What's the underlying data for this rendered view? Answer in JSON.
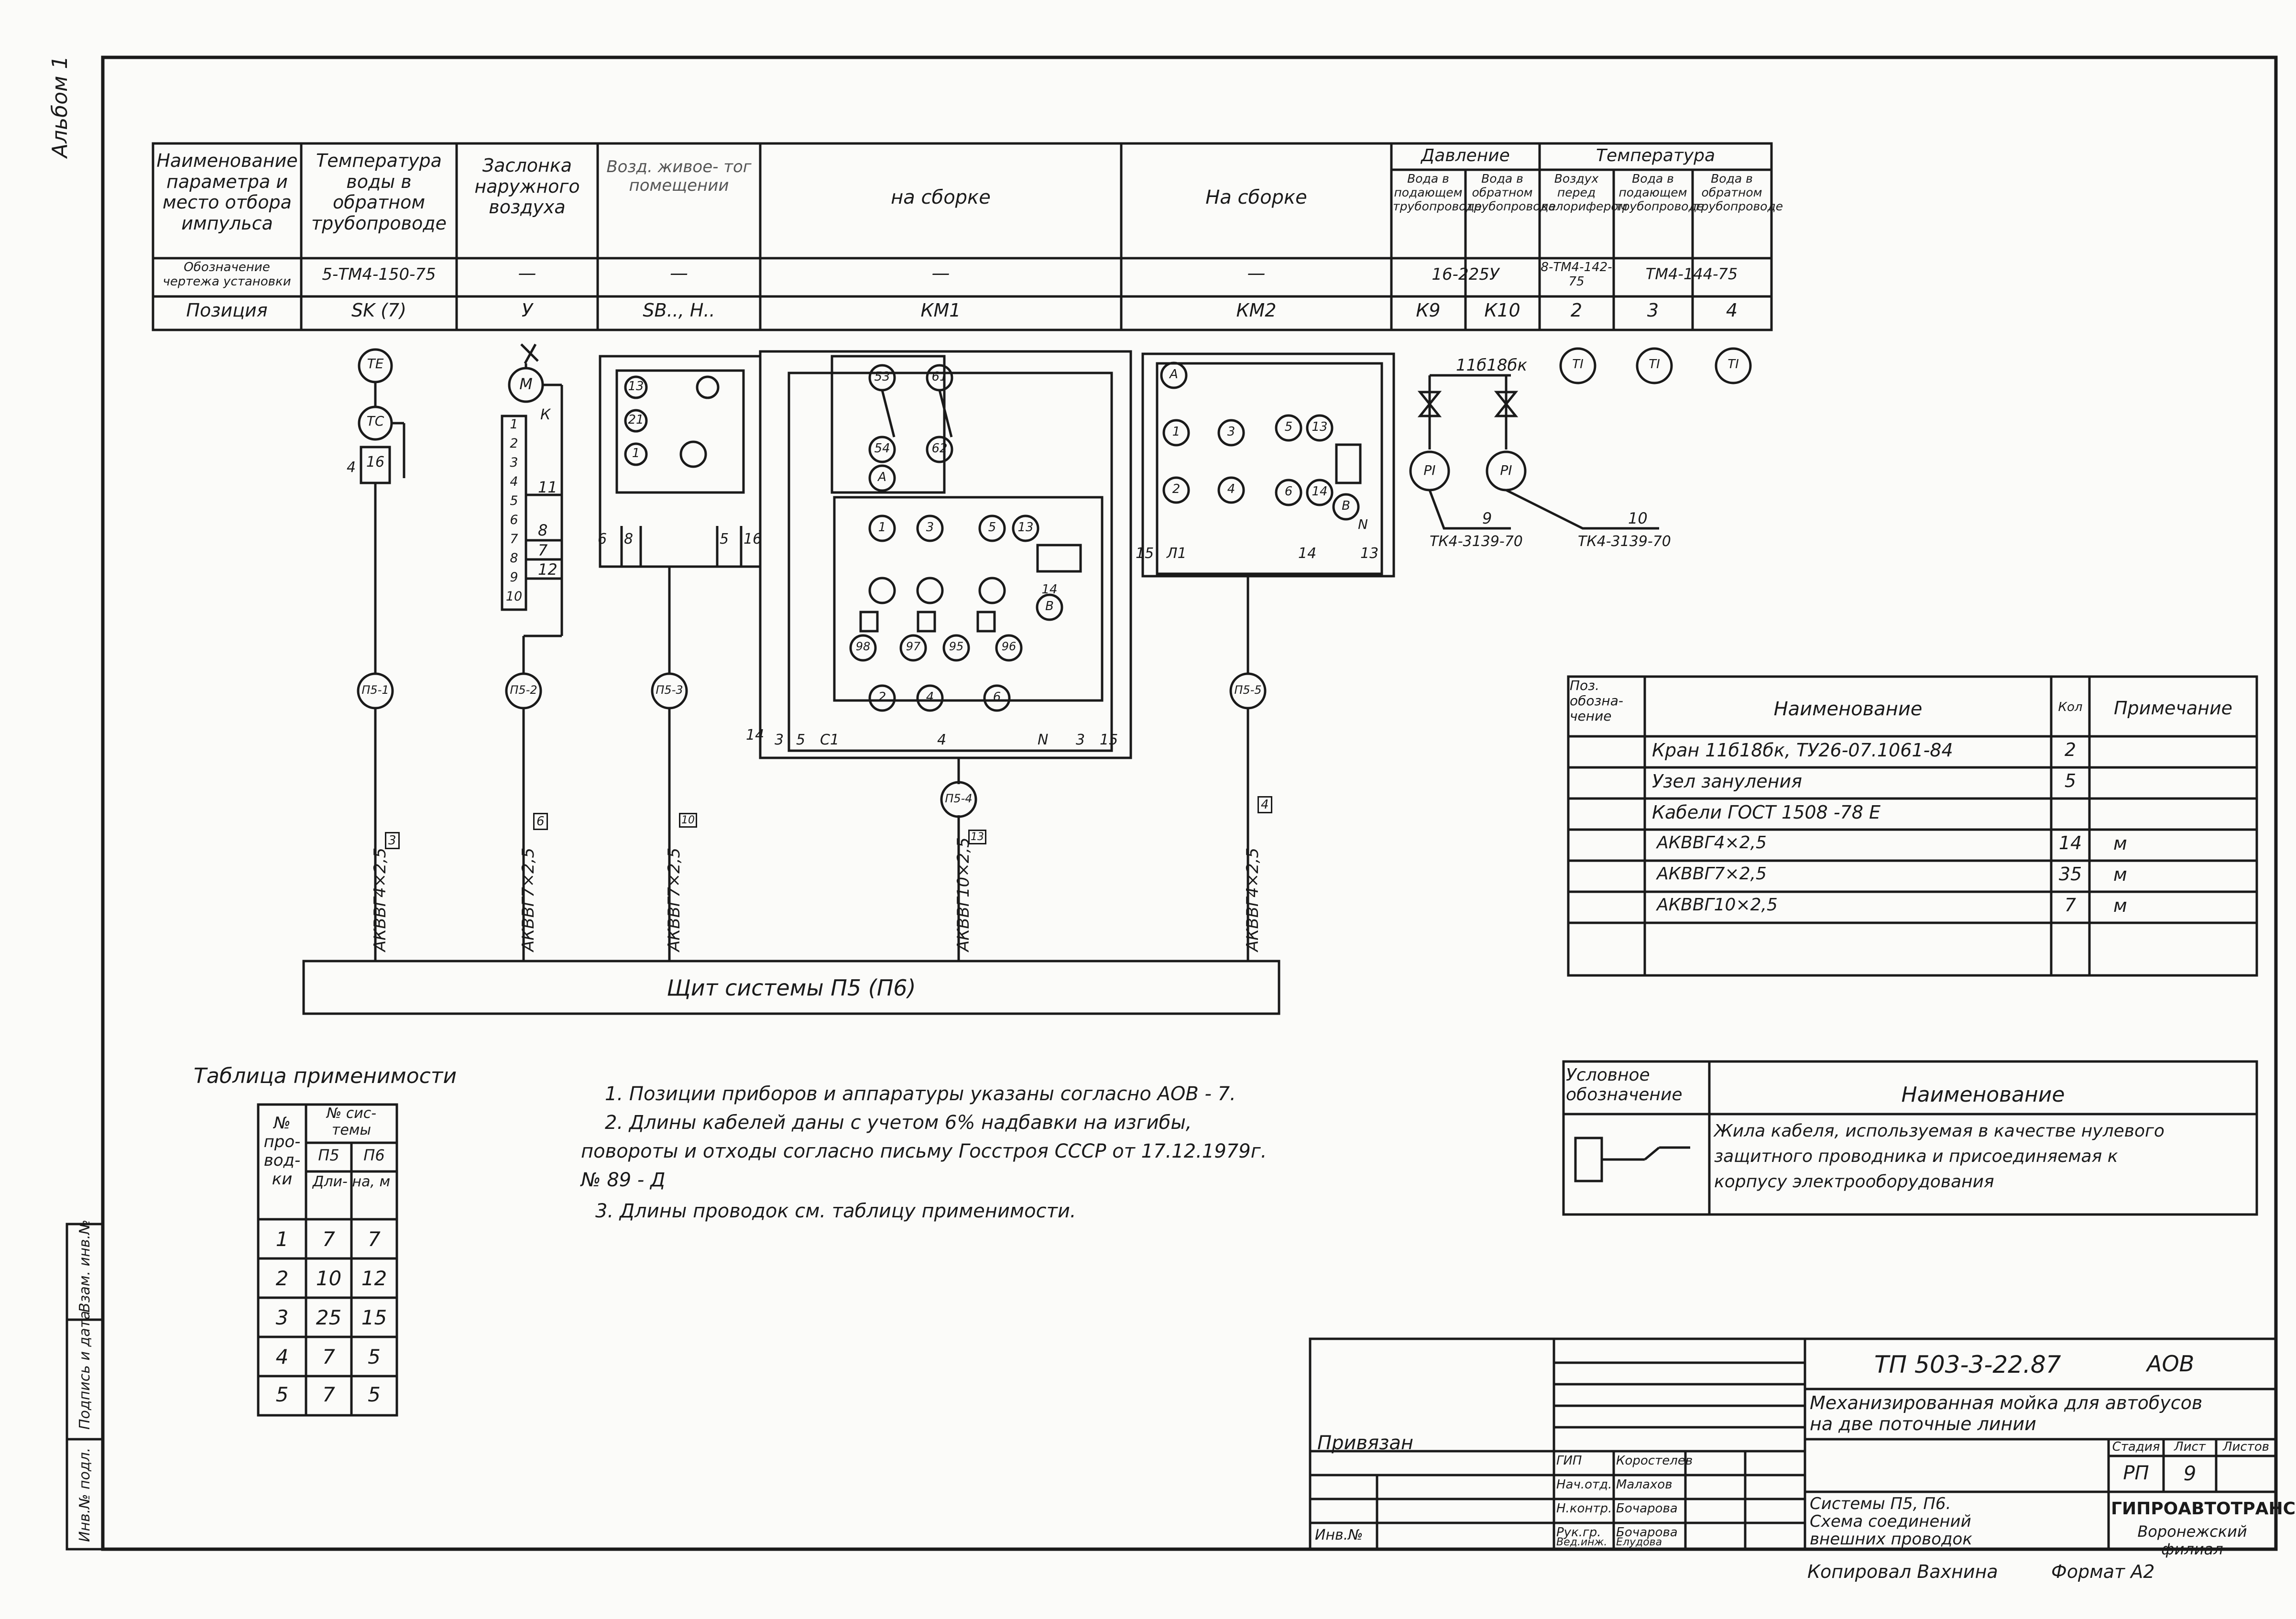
{
  "album_label": "Альбом 1",
  "header_table": {
    "columns": [
      {
        "name": "Наименование параметра и место отбора импульса",
        "drawing": "Обозначение чертежа установки",
        "position": "Позиция"
      },
      {
        "name": "Температура воды в обратном трубопроводе",
        "drawing": "5-ТМ4-150-75",
        "position": "SK (7)"
      },
      {
        "name": "Заслонка наружного воздуха",
        "drawing": "—",
        "position": "У"
      },
      {
        "name": "Возд. живое- тог помещении",
        "drawing": "—",
        "position": "SB.., Н.."
      },
      {
        "name": "на сборке",
        "drawing": "—",
        "position": "КМ1"
      },
      {
        "name": "На сборке",
        "drawing": "—",
        "position": "КМ2"
      }
    ],
    "pressure_group": "Давление",
    "temperature_group": "Температура",
    "sub_columns": [
      {
        "name": "Вода в подающем трубопроводе",
        "position": "К9"
      },
      {
        "name": "Вода в обратном трубопроводе",
        "position": "К10"
      },
      {
        "name": "Воздух перед калорифером",
        "position": "2"
      },
      {
        "name": "Вода в подающем трубопроводе",
        "position": "3"
      },
      {
        "name": "Вода в обратном трубопроводе",
        "position": "4"
      }
    ],
    "pressure_drawing": "16-225У",
    "t1_drawing": "8-ТМ4-142-75",
    "t2_drawing": "ТМ4-144-75"
  },
  "instruments": {
    "te": "TE",
    "tc": "TC",
    "tc_terminal": "16",
    "tc_wire": "4",
    "m": "M",
    "k": "К",
    "valve_label": "11б18бк",
    "pi": "PI",
    "ti": "TI",
    "pi_wire_9": "9",
    "pi_wire_10": "10",
    "pi_drawing_1": "ТК4-3139-70",
    "pi_drawing_2": "ТК4-3139-70"
  },
  "terminal_strip": [
    "1",
    "2",
    "3",
    "4",
    "5",
    "6",
    "7",
    "8",
    "9",
    "10"
  ],
  "terminal_wires": [
    "11",
    "8",
    "7",
    "12"
  ],
  "km1_contacts": [
    "53",
    "61",
    "54",
    "62",
    "А",
    "1",
    "3",
    "5",
    "13",
    "14",
    "В",
    "98",
    "97",
    "95",
    "96",
    "2",
    "4",
    "6"
  ],
  "km1_wires": [
    "14",
    "3",
    "5",
    "С1",
    "4",
    "N",
    "3",
    "15"
  ],
  "km2_contacts": [
    "А",
    "1",
    "3",
    "5",
    "13",
    "2",
    "4",
    "6",
    "14",
    "В",
    "N"
  ],
  "km2_wires": [
    "15",
    "Л1",
    "14",
    "13"
  ],
  "sb_contacts": [
    "13",
    "21",
    "1",
    "6",
    "8",
    "5",
    "16"
  ],
  "junctions": [
    "П5-1",
    "П5-2",
    "П5-3",
    "П5-4",
    "П5-5"
  ],
  "cables": [
    "АКВВГ4×2,5",
    "АКВВГ7×2,5",
    "АКВВГ7×2,5",
    "АКВВГ10×2,5",
    "АКВВГ4×2,5"
  ],
  "cable_tags": [
    "3",
    "6",
    "10",
    "13",
    "4"
  ],
  "panel_label": "Щит системы П5 (П6)",
  "spec_table": {
    "headers": [
      "Поз. обозна- чение",
      "Наименование",
      "Кол",
      "Примечание"
    ],
    "rows": [
      {
        "pos": "",
        "name": "Кран 11б18бк, ТУ26-07.1061-84",
        "qty": "2",
        "note": ""
      },
      {
        "pos": "",
        "name": "Узел зануления",
        "qty": "5",
        "note": ""
      },
      {
        "pos": "",
        "name": "Кабели ГОСТ 1508 -78 Е",
        "qty": "",
        "note": ""
      },
      {
        "pos": "",
        "name": "АКВВГ4×2,5",
        "qty": "14",
        "note": "м"
      },
      {
        "pos": "",
        "name": "АКВВГ7×2,5",
        "qty": "35",
        "note": "м"
      },
      {
        "pos": "",
        "name": "АКВВГ10×2,5",
        "qty": "7",
        "note": "м"
      }
    ]
  },
  "legend": {
    "header_symbol": "Условное обозначение",
    "header_name": "Наименование",
    "description": [
      "Жила кабеля, используемая в качестве нулевого",
      "защитного проводника и присоединяемая к",
      "корпусу электрооборудования"
    ]
  },
  "applicability": {
    "title": "Таблица применимости",
    "h_no": "№ про- вод- ки",
    "h_sys": "№ сис- темы",
    "h_p5": "П5",
    "h_p6": "П6",
    "h_len": "Дли- на, м",
    "rows": [
      [
        "1",
        "7",
        "7"
      ],
      [
        "2",
        "10",
        "12"
      ],
      [
        "3",
        "25",
        "15"
      ],
      [
        "4",
        "7",
        "5"
      ],
      [
        "5",
        "7",
        "5"
      ]
    ]
  },
  "notes": [
    "1. Позиции приборов и аппаратуры указаны согласно АОВ - 7.",
    "2. Длины кабелей даны с учетом 6% надбавки на изгибы,",
    "повороты и отходы согласно письму Госстроя СССР от 17.12.1979г.",
    "№ 89 - Д",
    "3. Длины проводок см. таблицу применимости."
  ],
  "side_stamps": [
    "Инв.№ подл.",
    "Подпись и дата",
    "Взам. инв.№"
  ],
  "title_block": {
    "doc_number": "ТП 503-3-22.87",
    "section": "АОВ",
    "title_line1": "Механизированная мойка для автобусов",
    "title_line2": "на две поточные линии",
    "stage_h": "Стадия",
    "sheet_h": "Лист",
    "sheets_h": "Листов",
    "stage": "РП",
    "sheet": "9",
    "sheets": "",
    "privyazan": "Привязан",
    "inv_no": "Инв.№",
    "roles": [
      "ГИП",
      "Нач.отд.",
      "Н.контр.",
      "Рук.гр.",
      "Вед.инж."
    ],
    "names": [
      "Коростелев",
      "Малахов",
      "Бочарова",
      "Бочарова",
      "Елудова"
    ],
    "drawing_title": [
      "Системы П5, П6.",
      "Схема соединений",
      "внешних проводок"
    ],
    "org1": "ГИПРОАВТОТРАНС",
    "org2": "Воронежский филиал",
    "copied": "Копировал Вахнина",
    "format": "Формат А2"
  }
}
